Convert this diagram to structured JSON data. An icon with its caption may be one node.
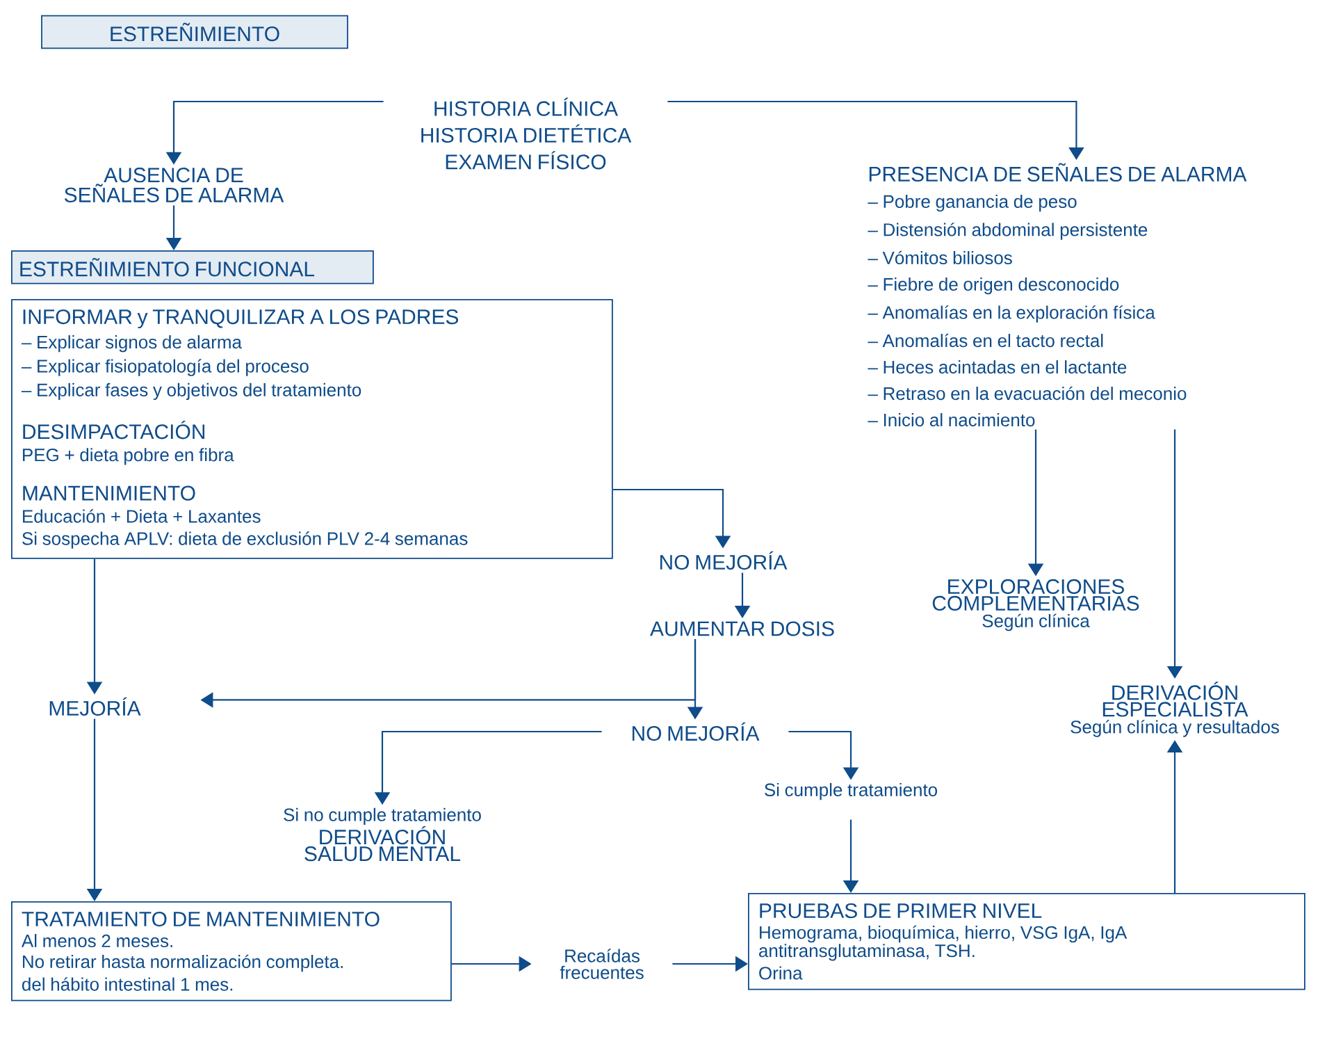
{
  "diagram": {
    "nodes": [
      {
        "text": [
          "ESTREÑIMIENTO"
        ]
      },
      {
        "text": [
          "HISTORIA CLÍNICA",
          "HISTORIA DIETÉTICA",
          "EXAMEN FÍSICO"
        ]
      },
      {
        "text": [
          "AUSENCIA DE SEÑALES DE ALARMA"
        ]
      },
      {
        "text": [
          "ESTREÑIMIENTO FUNCIONAL"
        ]
      },
      {
        "text": [
          "INFORMAR y TRANQUILIZAR A LOS PADRES",
          "– Explicar signos de alarma",
          "– Explicar fisiopatología del proceso",
          "– Explicar fases y objetivos del tratamiento",
          "DESIMPACTACIÓN",
          "PEG + dieta pobre en fibra",
          "MANTENIMIENTO",
          "Educación + Dieta + Laxantes",
          "Si sospecha APLV: dieta de exclusión PLV 2-4 semanas"
        ]
      },
      {
        "text": [
          "PRESENCIA DE SEÑALES DE ALARMA",
          "– Pobre ganancia de peso",
          "– Distensión abdominal persistente",
          "– Vómitos biliosos",
          "– Fiebre de origen desconocido",
          "– Anomalías en la exploración física",
          "– Anomalías en el tacto rectal",
          "– Heces acintadas en el lactante",
          "– Retraso en la evacuación del meconio",
          "– Inicio al nacimiento"
        ]
      },
      {
        "text": [
          "NO MEJORÍA"
        ]
      },
      {
        "text": [
          "AUMENTAR DOSIS"
        ]
      },
      {
        "text": [
          "MEJORÍA"
        ]
      },
      {
        "text": [
          "NO MEJORÍA"
        ]
      },
      {
        "text": [
          "EXPLORACIONES COMPLEMENTARIAS",
          "Según clínica"
        ]
      },
      {
        "text": [
          "DERIVACIÓN ESPECIALISTA",
          "Según clínica y resultados"
        ]
      },
      {
        "text": [
          "Si no cumple tratamiento",
          "DERIVACIÓN SALUD MENTAL"
        ]
      },
      {
        "text": [
          "Si  cumple tratamiento"
        ]
      },
      {
        "text": [
          "TRATAMIENTO DE MANTENIMIENTO",
          "Al menos 2 meses.",
          "No retirar hasta normalización completa.",
          "del hábito intestinal 1 mes."
        ]
      },
      {
        "text": [
          "Recaídas frecuentes"
        ]
      },
      {
        "text": [
          "PRUEBAS DE PRIMER NIVEL",
          "Hemograma, bioquímica, hierro, VSG IgA, IgA antitransglutaminasa, TSH.",
          "Orina"
        ]
      }
    ],
    "edges": [
      {
        "from": 1,
        "to": 2,
        "arrow": "to"
      },
      {
        "from": 1,
        "to": 5,
        "arrow": "to"
      },
      {
        "from": 2,
        "to": 3,
        "arrow": "to"
      },
      {
        "from": 4,
        "to": 6,
        "arrow": "to"
      },
      {
        "from": 6,
        "to": 7,
        "arrow": "to"
      },
      {
        "from": 7,
        "to": 8,
        "arrow": "to"
      },
      {
        "from": 7,
        "to": 9,
        "arrow": "to"
      },
      {
        "from": 4,
        "to": 8,
        "arrow": "to"
      },
      {
        "from": 9,
        "to": 12,
        "arrow": "to"
      },
      {
        "from": 9,
        "to": 13,
        "arrow": "to"
      },
      {
        "from": 13,
        "to": 16,
        "arrow": "to"
      },
      {
        "from": 5,
        "to": 10,
        "arrow": "to"
      },
      {
        "from": 5,
        "to": 11,
        "arrow": "to"
      },
      {
        "from": 16,
        "to": 11,
        "arrow": "to"
      },
      {
        "from": 8,
        "to": 14,
        "arrow": "to"
      },
      {
        "from": 14,
        "to": 15,
        "arrow": "to"
      },
      {
        "from": 15,
        "to": 16,
        "arrow": "to"
      }
    ]
  }
}
